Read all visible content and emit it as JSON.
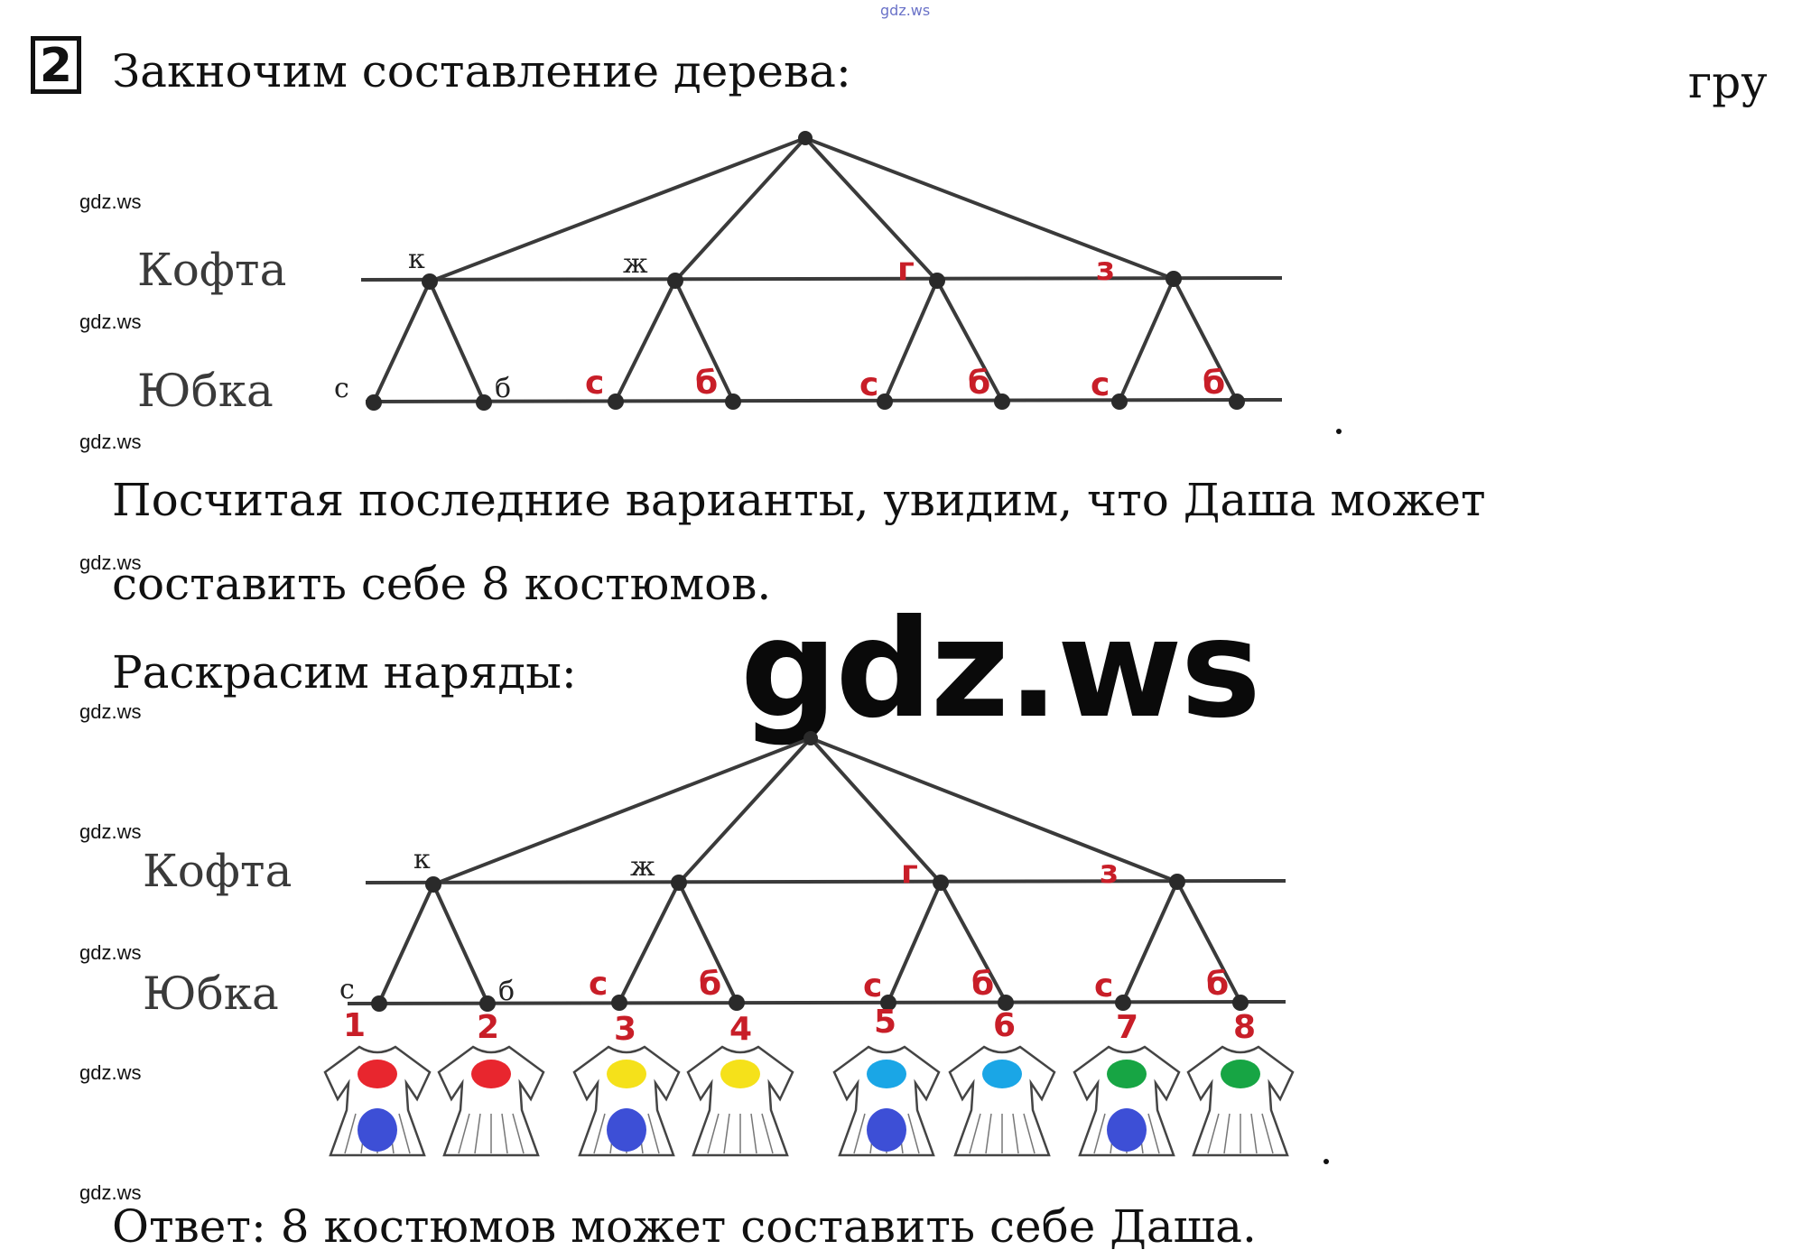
{
  "watermark": "gdz.ws",
  "task_number": "2",
  "intro": "Закночим составление дерева:",
  "page_fragment": "гру",
  "tree_labels": {
    "level1": "Кофта",
    "level2": "Юбка",
    "jackets": [
      "к",
      "ж",
      "г",
      "з"
    ],
    "skirts": [
      "с",
      "б",
      "с",
      "б",
      "с",
      "б",
      "с",
      "б"
    ]
  },
  "para1_line1": "Посчитая последние варианты, увидим, что Даша может",
  "para1_line2": "составить себе 8 костюмов.",
  "para2": "Раскрасим наряды:",
  "outfit_numbers": [
    "1",
    "2",
    "3",
    "4",
    "5",
    "6",
    "7",
    "8"
  ],
  "outfits": [
    {
      "top": "#e8262e",
      "skirt": "#3d4fd6"
    },
    {
      "top": "#e8262e",
      "skirt": "none"
    },
    {
      "top": "#f5e11a",
      "skirt": "#3d4fd6"
    },
    {
      "top": "#f5e11a",
      "skirt": "none"
    },
    {
      "top": "#1aa6e6",
      "skirt": "#3d4fd6"
    },
    {
      "top": "#1aa6e6",
      "skirt": "none"
    },
    {
      "top": "#17a544",
      "skirt": "#3d4fd6"
    },
    {
      "top": "#17a544",
      "skirt": "none"
    }
  ],
  "answer": "Ответ: 8 костюмов может составить себе Даша."
}
